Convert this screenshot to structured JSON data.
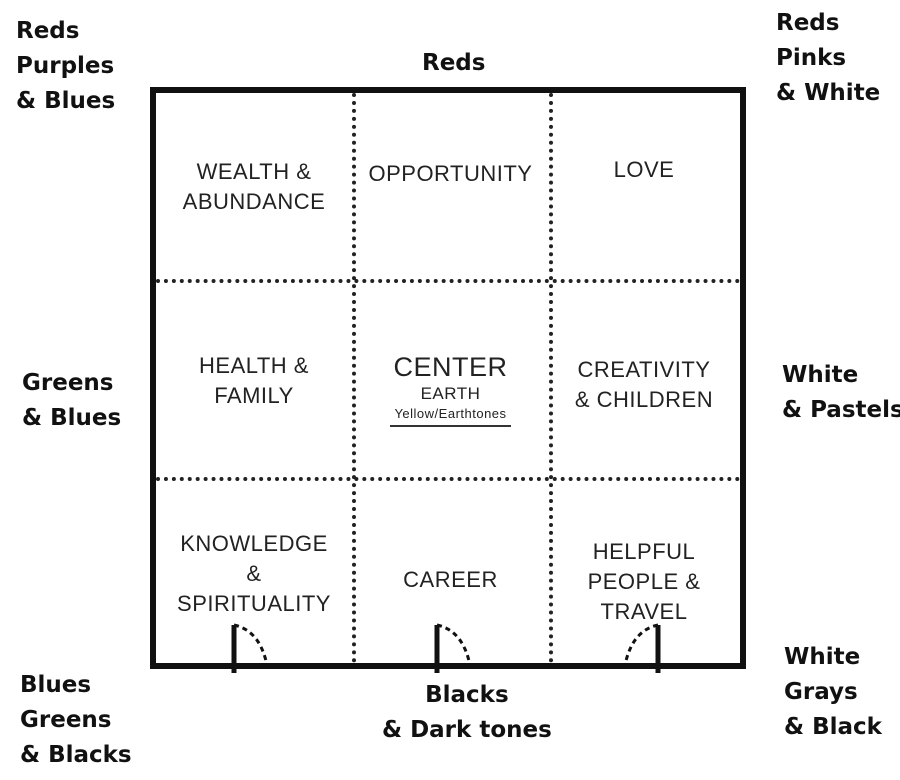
{
  "corner_labels": {
    "top_left": [
      "Reds",
      "Purples",
      "& Blues"
    ],
    "top_center": [
      "Reds"
    ],
    "top_right": [
      "Reds",
      "Pinks",
      "& White"
    ],
    "middle_left": [
      "Greens",
      "& Blues"
    ],
    "middle_right": [
      "White",
      "& Pastels"
    ],
    "bottom_left": [
      "Blues",
      "Greens",
      "& Blacks"
    ],
    "bottom_center": [
      "Blacks",
      "& Dark tones"
    ],
    "bottom_right": [
      "White",
      "Grays",
      "& Black"
    ]
  },
  "cells": {
    "wealth": [
      "WEALTH &",
      "ABUNDANCE"
    ],
    "opportunity": [
      "OPPORTUNITY"
    ],
    "love": [
      "LOVE"
    ],
    "health": [
      "HEALTH &",
      "FAMILY"
    ],
    "center": {
      "title": "CENTER",
      "element": "EARTH",
      "colors": "Yellow/Earthtones"
    },
    "creativity": [
      "CREATIVITY",
      "& CHILDREN"
    ],
    "knowledge": [
      "KNOWLEDGE",
      "&",
      "SPIRITUALITY"
    ],
    "career": [
      "CAREER"
    ],
    "helpful": [
      "HELPFUL",
      "PEOPLE &",
      "TRAVEL"
    ]
  },
  "doors": [
    "door-left",
    "door-center",
    "door-right"
  ]
}
